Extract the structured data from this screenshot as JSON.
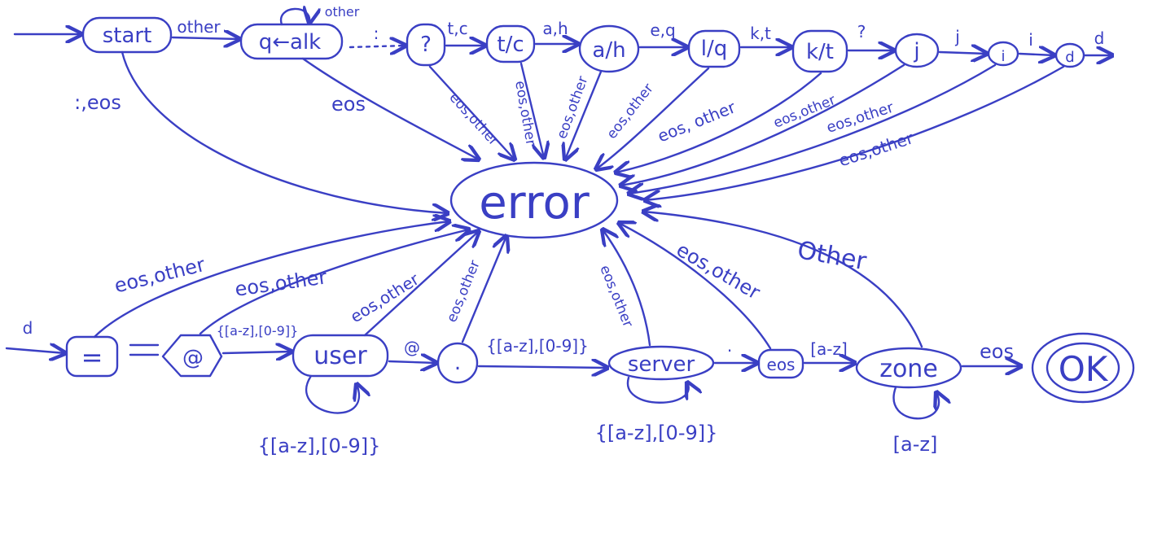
{
  "states": {
    "start": "start",
    "qtalk": "q←alk",
    "q1": "?",
    "tc": "t/c",
    "ah": "a/h",
    "eq": "l/q",
    "kt": "k/t",
    "j": "j",
    "i": "i",
    "d": "d",
    "error": "error",
    "eq_sign": "=",
    "at": "@",
    "user": "user",
    "dot": ".",
    "server": "server",
    "eos": "eos",
    "zone": "zone",
    "ok": "OK"
  },
  "edges": {
    "start_in": "",
    "start_qtalk": "other",
    "qtalk_loop": "other",
    "qtalk_q": ":",
    "q_tc": "t,c",
    "tc_ah": "a,h",
    "ah_eq": "e,q",
    "eq_kt": "k,t",
    "kt_j": "?",
    "j_i": "j",
    "i_d": "i",
    "d_out": "d",
    "start_err": ":,eos",
    "qtalk_err": "eos",
    "q_err": "eos,other",
    "tc_err": "eos,other",
    "ah_err": "eos,other",
    "eq_err": "eos,other",
    "kt_err": "eos, other",
    "j_err": "eos,other",
    "i_err": "eos,other",
    "d_err": "eos,other",
    "d_in": "d",
    "eqs_at": "=",
    "eqs_err": "eos,other",
    "at_user": "{[a-z],[0-9]}",
    "at_err": "eos,other",
    "user_dot": "@",
    "user_err": "eos,other",
    "user_loop": "{[a-z],[0-9]}",
    "dot_server": "{[a-z],[0-9]}",
    "dot_err": "eos,other",
    "server_eos": ".",
    "server_err": "eos,other",
    "server_loop": "{[a-z],[0-9]}",
    "eos_zone": "[a-z]",
    "eos_err": "eos,other",
    "zone_ok": "eos",
    "zone_err": "Other",
    "zone_loop": "[a-z]"
  }
}
